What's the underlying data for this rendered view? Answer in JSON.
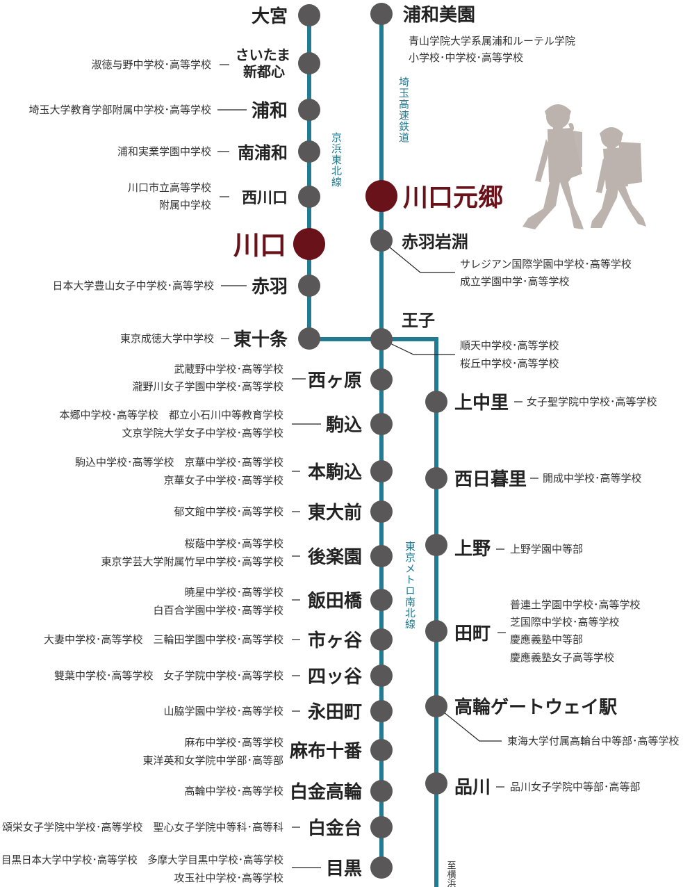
{
  "colors": {
    "track": "#237b92",
    "dot": "#595757",
    "highlight": "#6a1219",
    "kids": "#bcb3ae"
  },
  "lines": {
    "keihin_tohoku": "京浜東北線",
    "saitama_kosoku": "埼玉高速鉄道",
    "namboku": "東京メトロ南北線",
    "to_yokohama": "至横浜"
  },
  "stations": {
    "omiya": "大宮",
    "saitama_shintoshin": [
      "さいたま",
      "新都心"
    ],
    "urawa": "浦和",
    "minami_urawa": "南浦和",
    "nishi_kawaguchi": "西川口",
    "kawaguchi": "川口",
    "akabane": "赤羽",
    "higashi_jujo": "東十条",
    "urawa_misono": "浦和美園",
    "kawaguchi_motogo": "川口元郷",
    "akabane_iwabuchi": "赤羽岩淵",
    "oji": "王子",
    "nishigahara": "西ヶ原",
    "komagome": "駒込",
    "hon_komagome": "本駒込",
    "todaimae": "東大前",
    "korakuen": "後楽園",
    "iidabashi": "飯田橋",
    "ichigaya": "市ヶ谷",
    "yotsuya": "四ッ谷",
    "nagatacho": "永田町",
    "azabu_juban": "麻布十番",
    "shirokane_takanawa": "白金高輪",
    "shirokanedai": "白金台",
    "meguro": "目黒",
    "kami_nakazato": "上中里",
    "nishi_nippori": "西日暮里",
    "ueno": "上野",
    "tamachi": "田町",
    "takanawa_gateway": "高輪ゲートウェイ駅",
    "shinagawa": "品川"
  },
  "schools": {
    "saitama_shintoshin": [
      "淑徳与野中学校･高等学校"
    ],
    "urawa": [
      "埼玉大学教育学部附属中学校･高等学校"
    ],
    "minami_urawa": [
      "浦和実業学園中学校"
    ],
    "nishi_kawaguchi": [
      "川口市立高等学校",
      "附属中学校"
    ],
    "akabane": [
      "日本大学豊山女子中学校･高等学校"
    ],
    "higashi_jujo": [
      "東京成徳大学中学校"
    ],
    "urawa_misono": [
      "青山学院大学系属浦和ルーテル学院",
      "小学校･中学校･高等学校"
    ],
    "akabane_iwabuchi": [
      "サレジアン国際学園中学校･高等学校",
      "成立学園中学･高等学校"
    ],
    "oji": [
      "順天中学校･高等学校",
      "桜丘中学校･高等学校"
    ],
    "nishigahara": [
      "武蔵野中学校･高等学校",
      "瀧野川女子学園中学校･高等学校"
    ],
    "komagome": [
      "本郷中学校･高等学校　都立小石川中等教育学校",
      "文京学院大学女子中学校･高等学校"
    ],
    "hon_komagome": [
      "駒込中学校･高等学校　京華中学校･高等学校",
      "京華女子中学校･高等学校"
    ],
    "todaimae": [
      "郁文館中学校･高等学校"
    ],
    "korakuen": [
      "桜蔭中学校･高等学校",
      "東京学芸大学附属竹早中学校･高等学校"
    ],
    "iidabashi": [
      "暁星中学校･高等学校",
      "白百合学園中学校･高等学校"
    ],
    "ichigaya": [
      "大妻中学校･高等学校　三輪田学園中学校･高等学校"
    ],
    "yotsuya": [
      "雙葉中学校･高等学校　女子学院中学校･高等学校"
    ],
    "nagatacho": [
      "山脇学園中学校･高等学校"
    ],
    "azabu_juban": [
      "麻布中学校･高等学校",
      "東洋英和女学院中学部･高等部"
    ],
    "shirokane_takanawa": [
      "高輪中学校･高等学校"
    ],
    "shirokanedai": [
      "頌栄女子学院中学校･高等学校　聖心女子学院中等科･高等科"
    ],
    "meguro": [
      "目黒日本大学中学校･高等学校　多摩大学目黒中学校･高等学校",
      "攻玉社中学校･高等学校"
    ],
    "kami_nakazato": [
      "女子聖学院中学校･高等学校"
    ],
    "nishi_nippori": [
      "開成中学校･高等学校"
    ],
    "ueno": [
      "上野学園中等部"
    ],
    "tamachi": [
      "普連土学園中学校･高等学校",
      "芝国際中学校･高等学校",
      "慶應義塾中等部",
      "慶應義塾女子高等学校"
    ],
    "takanawa_gateway": [
      "東海大学付属高輪台中等部･高等学校"
    ],
    "shinagawa": [
      "品川女子学院中等部･高等部"
    ]
  }
}
